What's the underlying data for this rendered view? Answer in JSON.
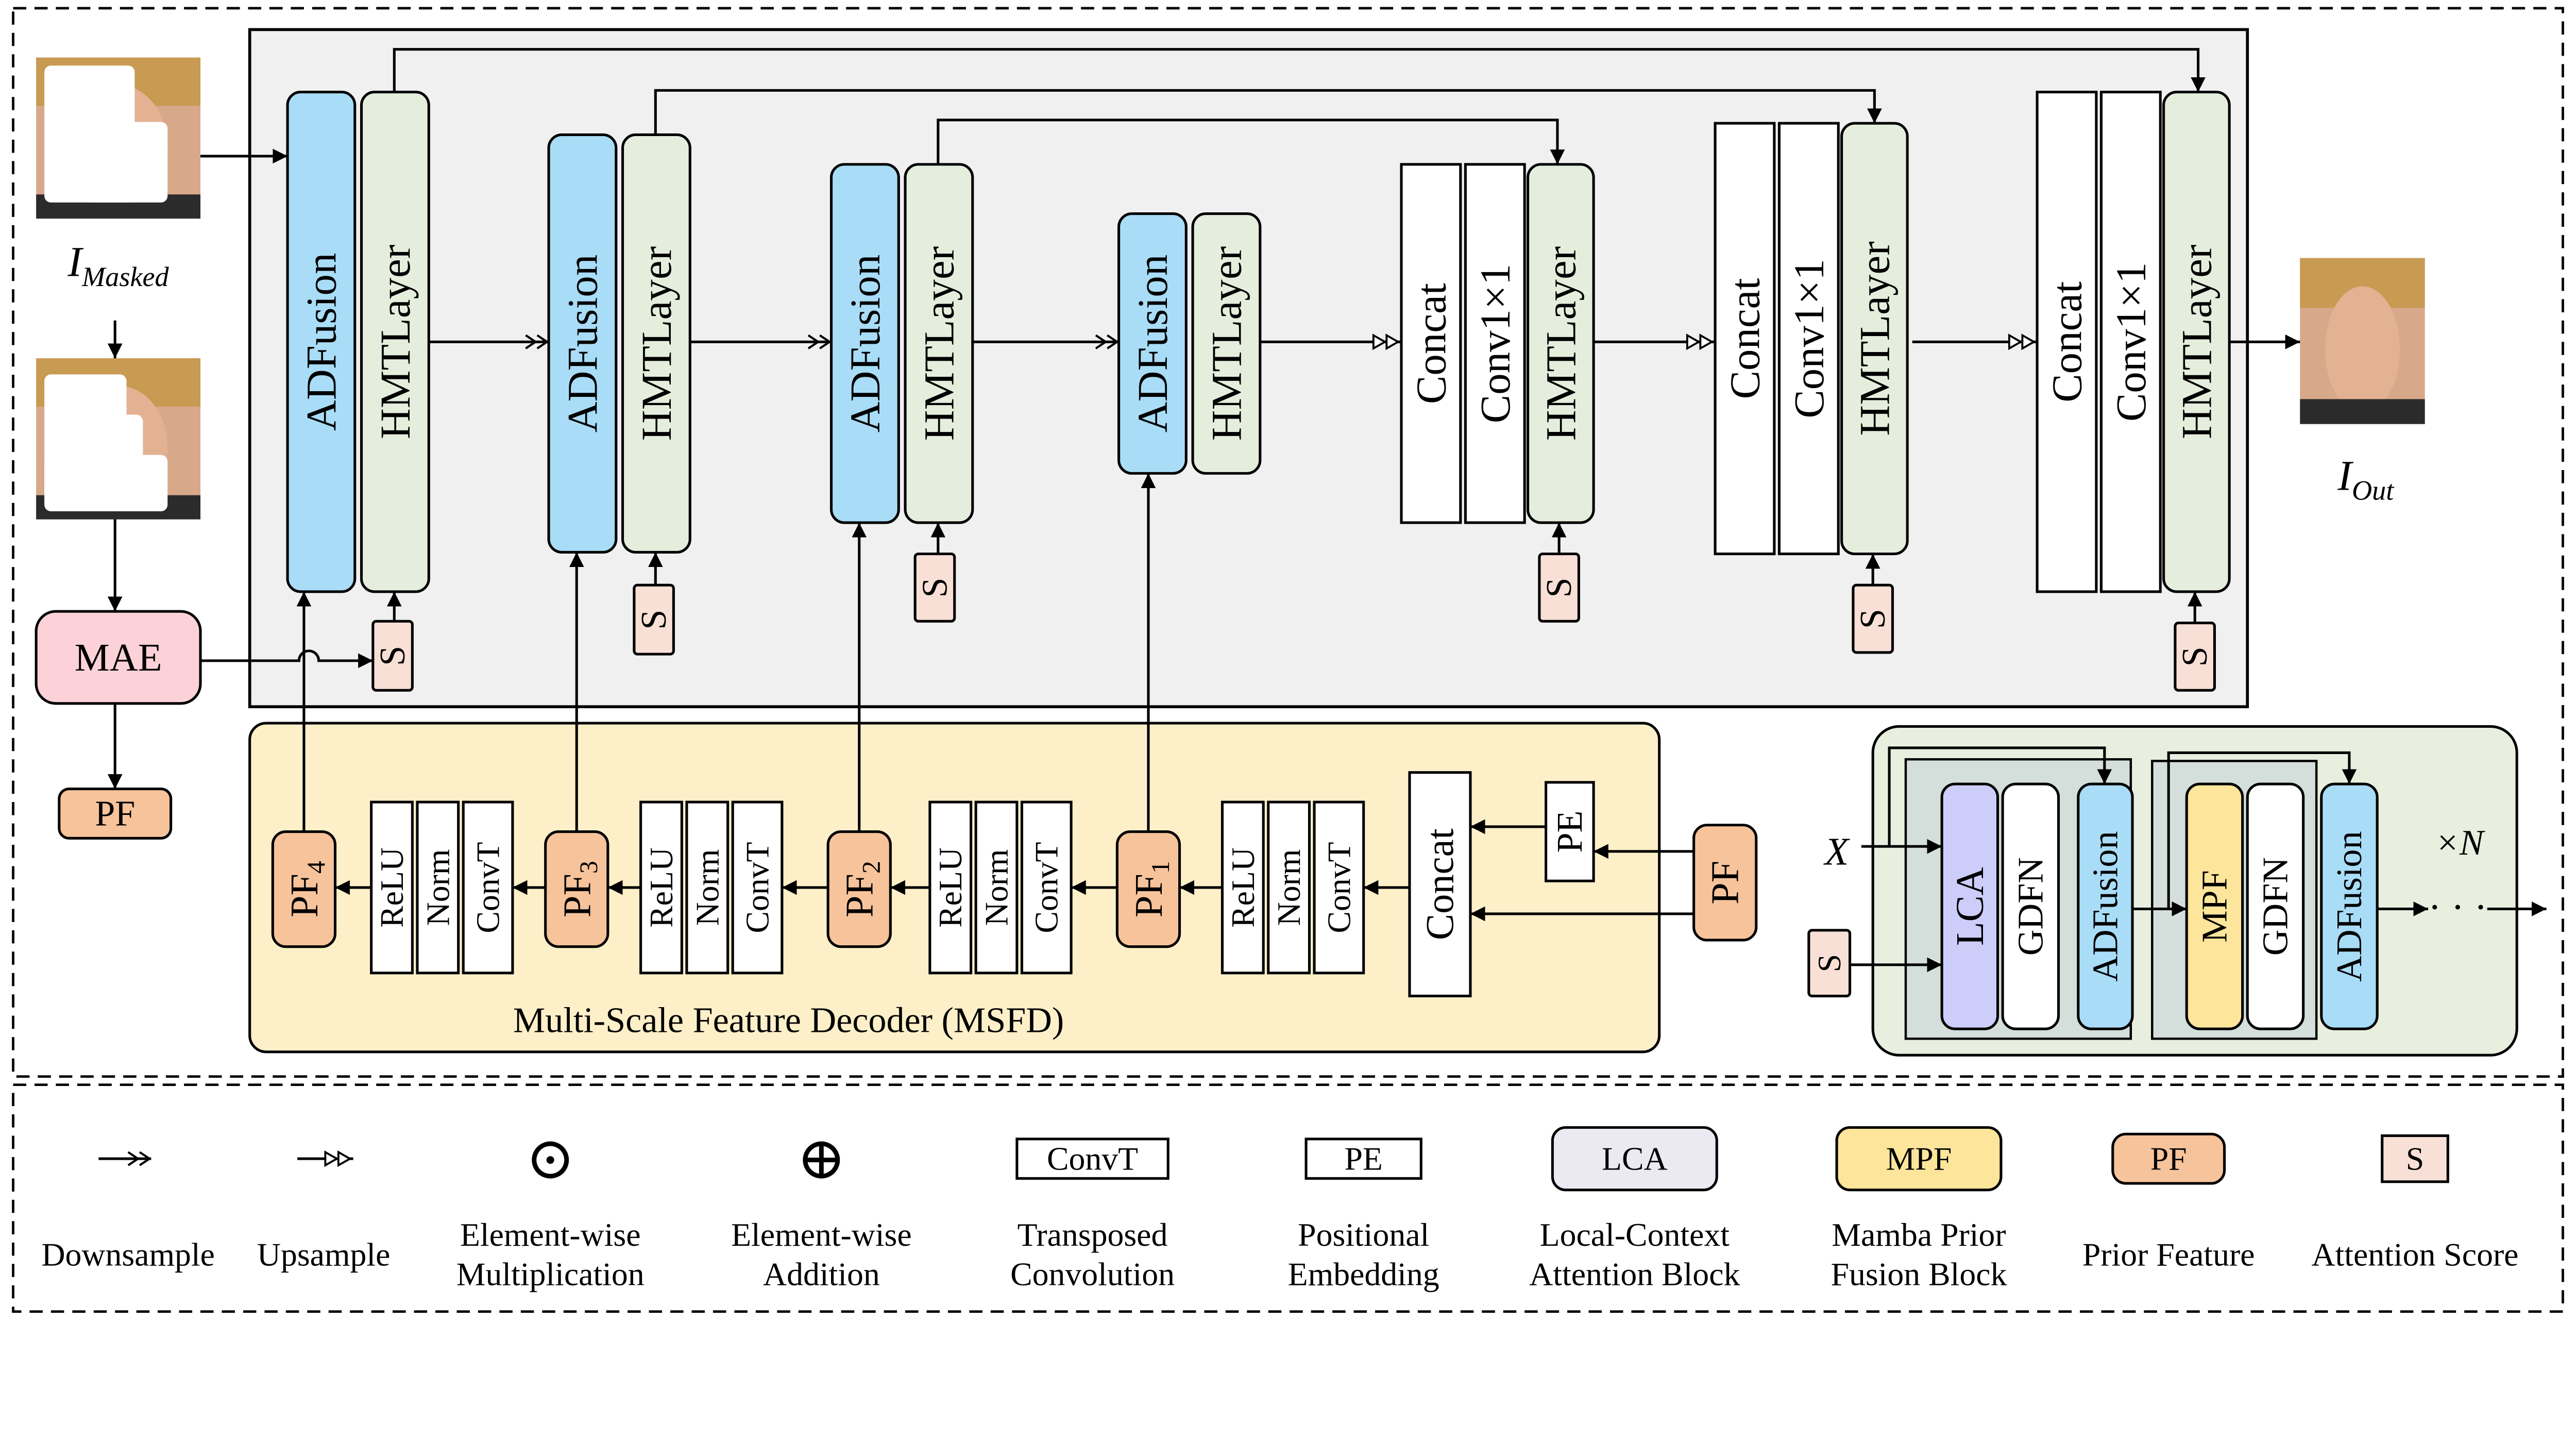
{
  "inputs": {
    "masked_label_main": "I",
    "masked_label_sub": "Masked",
    "out_label_main": "I",
    "out_label_sub": "Out"
  },
  "blocks": {
    "adfusion": "ADFusion",
    "hmtlayer": "HMTLayer",
    "concat": "Concat",
    "conv1x1": "Conv1×1",
    "s": "S",
    "mae": "MAE",
    "pf": "PF",
    "pe": "PE",
    "relu": "ReLU",
    "norm": "Norm",
    "convt": "ConvT",
    "pf_subs": [
      "4",
      "3",
      "2",
      "1"
    ],
    "lca": "LCA",
    "gdfn": "GDFN",
    "mpf": "MPF",
    "x": "X",
    "times_n": "×N",
    "dots": "· · ·"
  },
  "msfd_title": "Multi-Scale Feature Decoder (MSFD)",
  "legend": [
    {
      "icon": "downsample-arrow",
      "label": "",
      "lines": [
        "Downsample"
      ]
    },
    {
      "icon": "upsample-arrow",
      "label": "",
      "lines": [
        "Upsample"
      ]
    },
    {
      "icon": "circle-dot-icon",
      "label": "⊙",
      "lines": [
        "Element-wise",
        "Multiplication"
      ]
    },
    {
      "icon": "circle-plus-icon",
      "label": "⊕",
      "lines": [
        "Element-wise",
        "Addition"
      ]
    },
    {
      "icon": "convt-box",
      "label": "ConvT",
      "lines": [
        "Transposed",
        "Convolution"
      ]
    },
    {
      "icon": "pe-box",
      "label": "PE",
      "lines": [
        "Positional",
        "Embedding"
      ]
    },
    {
      "icon": "lca-box",
      "label": "LCA",
      "lines": [
        "Local-Context",
        "Attention Block"
      ]
    },
    {
      "icon": "mpf-box",
      "label": "MPF",
      "lines": [
        "Mamba Prior",
        "Fusion Block"
      ]
    },
    {
      "icon": "pf-box",
      "label": "PF",
      "lines": [
        "Prior Feature"
      ]
    },
    {
      "icon": "s-box",
      "label": "S",
      "lines": [
        "Attention Score"
      ]
    }
  ],
  "colors": {
    "adfusion": "#a9dcf6",
    "hmtlayer": "#e5eedd",
    "encoder_bg": "#f0f0f0",
    "msfd_bg": "#fdf0c9",
    "block_bg": "#e8efdf",
    "inner_bg": "#d4dedb",
    "mae": "#fcd2d8",
    "pf": "#f6c39b",
    "s": "#f8e0d6",
    "lca": "#cdcdfa",
    "mpf": "#fde59b",
    "legend_lca": "#ebe9f1"
  }
}
